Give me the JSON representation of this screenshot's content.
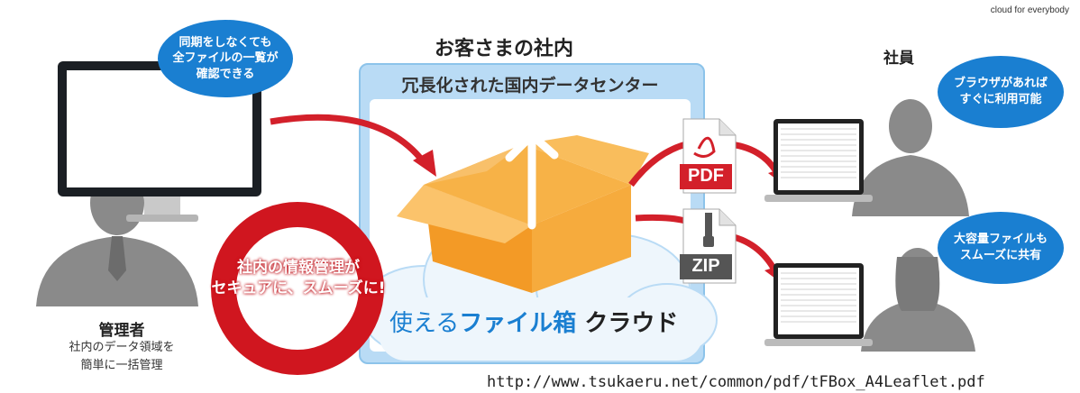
{
  "tagline": "cloud for everybody",
  "center_title": "お客さまの社内",
  "datacenter_label": "冗長化された国内データセンター",
  "bubbles": {
    "admin": [
      "同期をしなくても",
      "全ファイルの一覧が",
      "確認できる"
    ],
    "browser": [
      "ブラウザがあれば",
      "すぐに利用可能"
    ],
    "share": [
      "大容量ファイルも",
      "スムーズに共有"
    ]
  },
  "admin": {
    "title": "管理者",
    "desc": [
      "社内のデータ領域を",
      "簡単に一括管理"
    ]
  },
  "employees_label": "社員",
  "ring_text": [
    "社内の情報管理が",
    "セキュアに、スムーズに!"
  ],
  "file_icons": {
    "pdf": "PDF",
    "zip": "ZIP"
  },
  "product": {
    "part1": "使える",
    "part2": "ファイル箱",
    "part3": "クラウド"
  },
  "url": "http://www.tsukaeru.net/common/pdf/tFBox_A4Leaflet.pdf",
  "colors": {
    "bubble": "#1a7fd1",
    "ring": "#d0161f",
    "arrow": "#d3202a",
    "box": "#f39a26",
    "dc": "#b9dbf5"
  }
}
